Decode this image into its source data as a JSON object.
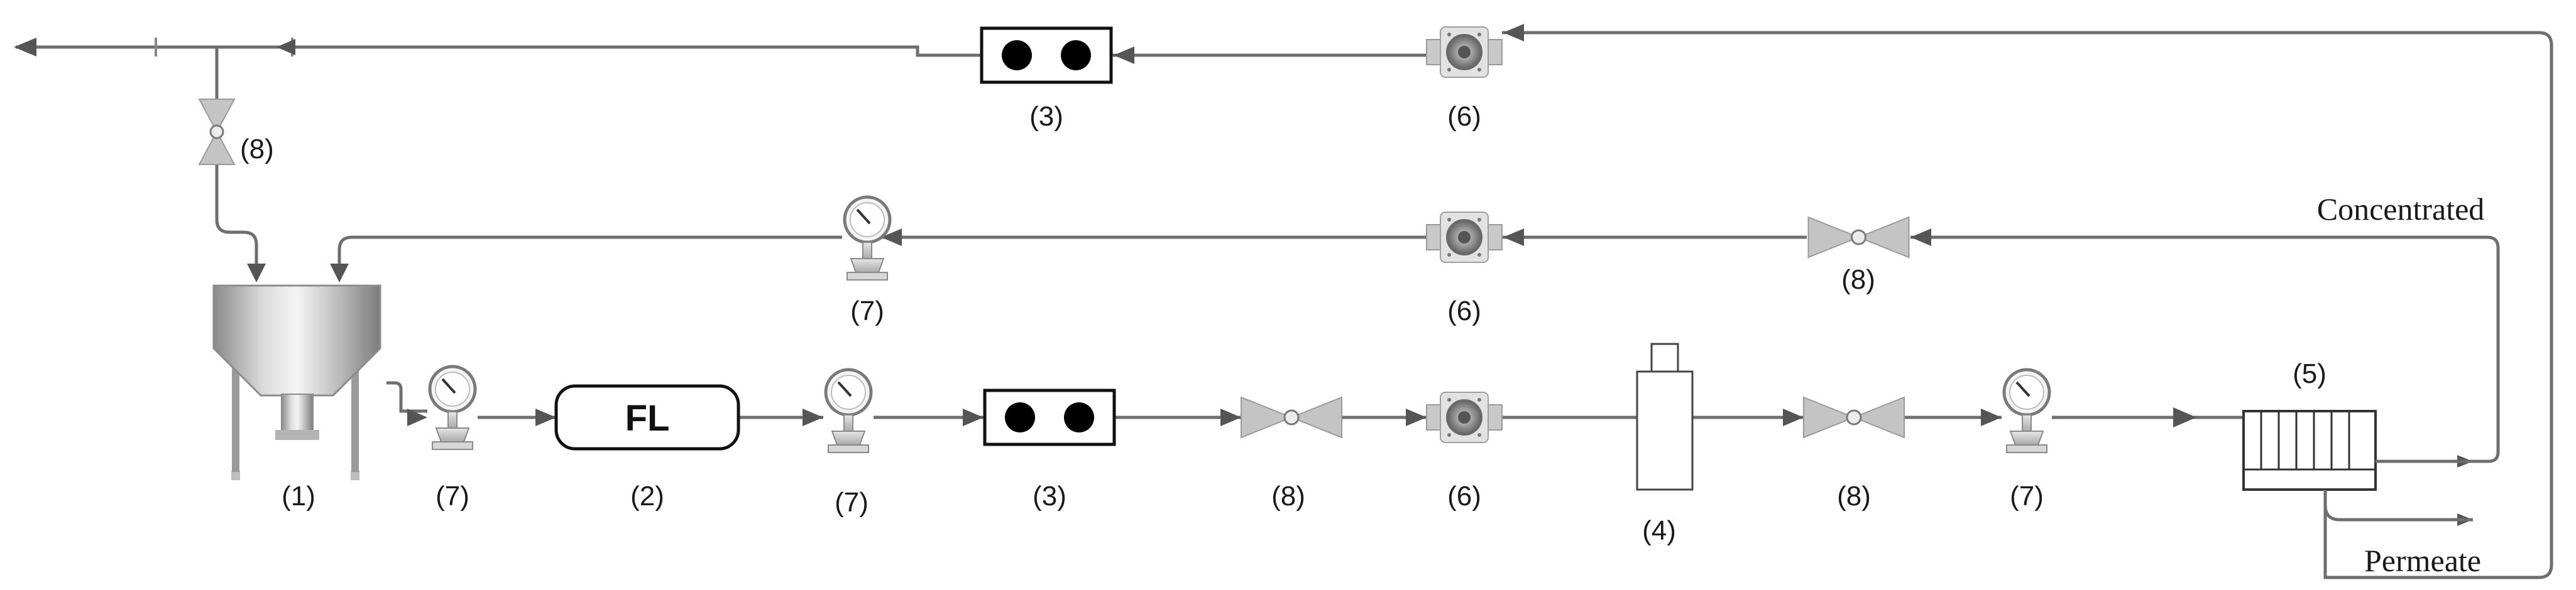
{
  "labels": {
    "tank": "(1)",
    "filter_unit": "(2)",
    "pump_bottom": "(3)",
    "pump_top": "(3)",
    "column": "(4)",
    "membrane": "(5)",
    "flowmeter_top": "(6)",
    "flowmeter_mid": "(6)",
    "flowmeter_bottom": "(6)",
    "gauge_mid": "(7)",
    "gauge_1": "(7)",
    "gauge_2": "(7)",
    "gauge_3": "(7)",
    "valve_vertical": "(8)",
    "valve_mid": "(8)",
    "valve_b1": "(8)",
    "valve_b2": "(8)"
  },
  "fl_text": "FL",
  "streams": {
    "concentrated": "Concentrated",
    "permeate": "Permeate"
  },
  "colors": {
    "pipe": "#6e6e6e",
    "arrow": "#555555",
    "tank": "#b0b0b0"
  },
  "icons": [
    "pressure-gauge-icon",
    "flowmeter-icon",
    "needle-valve-icon",
    "pump-icon",
    "feed-tank-icon",
    "membrane-module-icon",
    "column-icon"
  ]
}
